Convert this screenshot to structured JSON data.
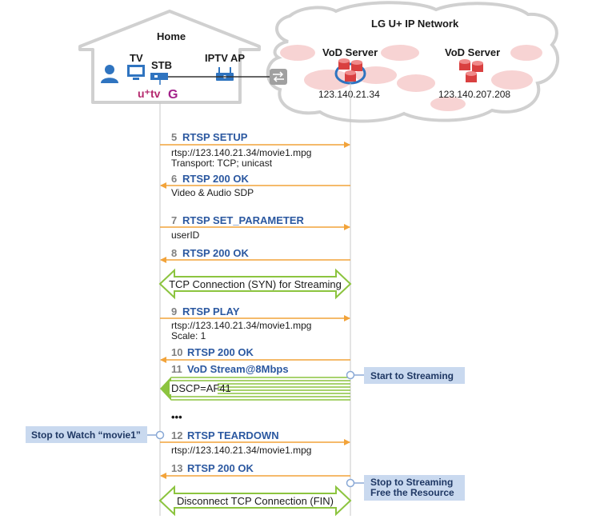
{
  "house": {
    "label": "Home"
  },
  "network": {
    "label": "LG U+ IP Network"
  },
  "devices": {
    "tv": "TV",
    "stb": "STB",
    "ap": "IPTV AP",
    "brand_u": "u⁺tv",
    "brand_g": "G"
  },
  "servers": [
    {
      "label": "VoD Server",
      "ip": "123.140.21.34"
    },
    {
      "label": "VoD Server",
      "ip": "123.140.207.208"
    }
  ],
  "messages": [
    {
      "num": "5",
      "name": "RTSP SETUP",
      "lines": [
        "rtsp://123.140.21.34/movie1.mpg",
        "Transport: TCP; unicast"
      ]
    },
    {
      "num": "6",
      "name": "RTSP 200 OK",
      "lines": [
        "Video & Audio SDP"
      ]
    },
    {
      "num": "7",
      "name": "RTSP SET_PARAMETER",
      "lines": [
        "userID"
      ]
    },
    {
      "num": "8",
      "name": "RTSP 200 OK",
      "lines": []
    },
    {
      "num": "9",
      "name": "RTSP PLAY",
      "lines": [
        "rtsp://123.140.21.34/movie1.mpg",
        "Scale: 1"
      ]
    },
    {
      "num": "10",
      "name": "RTSP 200 OK",
      "lines": []
    },
    {
      "num": "11",
      "name": "VoD Stream@8Mbps",
      "lines": []
    },
    {
      "num": "12",
      "name": "RTSP TEARDOWN",
      "lines": [
        "rtsp://123.140.21.34/movie1.mpg"
      ]
    },
    {
      "num": "13",
      "name": "RTSP 200 OK",
      "lines": []
    }
  ],
  "connections": {
    "syn": "TCP Connection (SYN) for Streaming",
    "fin": "Disconnect TCP Connection (FIN)",
    "dscp": "DSCP=AF41",
    "ellipsis": "•••"
  },
  "callouts": {
    "start": "Start to Streaming",
    "stop_watch": "Stop to Watch “movie1”",
    "stop_stream_1": "Stop to Streaming",
    "stop_stream_2": "Free the Resource"
  },
  "colors": {
    "orange": "#f2a33a",
    "green": "#8cc43f",
    "blue_text": "#2b58a0",
    "device_blue": "#2f74c0",
    "server_red": "#d94040",
    "cloud_blob": "#f7d3d3",
    "gray_outline": "#d0d0d0"
  }
}
